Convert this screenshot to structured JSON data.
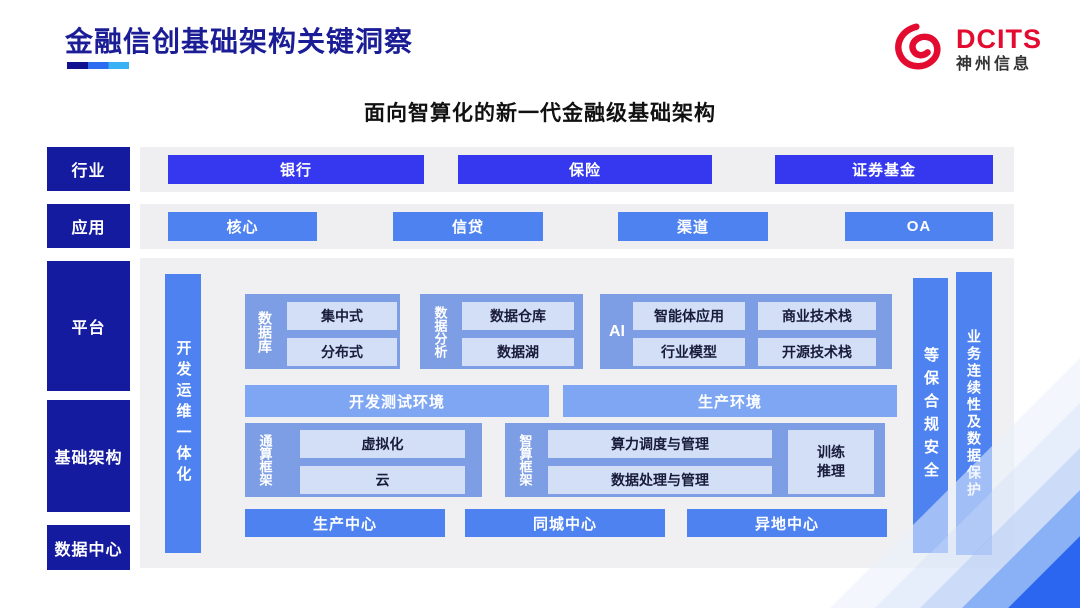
{
  "header": {
    "title": "金融信创基础架构关键洞察",
    "subtitle": "面向智算化的新一代金融级基础架构",
    "logo_brand": "DCITS",
    "logo_company": "神州信息"
  },
  "sidebar": {
    "items": [
      "行业",
      "应用",
      "平台",
      "基础架构",
      "数据中心"
    ]
  },
  "industry": {
    "items": [
      "银行",
      "保险",
      "证券基金"
    ]
  },
  "application": {
    "items": [
      "核心",
      "信贷",
      "渠道",
      "OA"
    ]
  },
  "platform": {
    "devops_bar": "开发运维一体化",
    "database": {
      "label": "数据库",
      "items": [
        "集中式",
        "分布式"
      ]
    },
    "analytics": {
      "label": "数据分析",
      "items": [
        "数据仓库",
        "数据湖"
      ]
    },
    "ai": {
      "label": "AI",
      "items": [
        "智能体应用",
        "商业技术栈",
        "行业模型",
        "开源技术栈"
      ]
    },
    "environments": [
      "开发测试环境",
      "生产环境"
    ],
    "general_framework": {
      "label": "通算框架",
      "items": [
        "虚拟化",
        "云"
      ]
    },
    "intelligent_framework": {
      "label": "智算框架",
      "items": [
        "算力调度与管理",
        "数据处理与管理"
      ],
      "side_item": "训练推理"
    },
    "centers": [
      "生产中心",
      "同城中心",
      "异地中心"
    ],
    "right_bars": [
      "等保合规安全",
      "业务连续性及数据保护"
    ]
  },
  "colors": {
    "navy": "#141b9e",
    "title_navy": "#1b1d96",
    "strong_blue": "#3538ee",
    "medium_blue": "#4d82f0",
    "group_blue": "#7d9ee4",
    "light_blue_cell": "#d3def7",
    "env_blue": "#7ea6f3",
    "band_gray": "#efeff1",
    "panel_gray": "#f0f0f2",
    "logo_red": "#e30b2f",
    "deco_corner_blue": "#2a66ef"
  }
}
